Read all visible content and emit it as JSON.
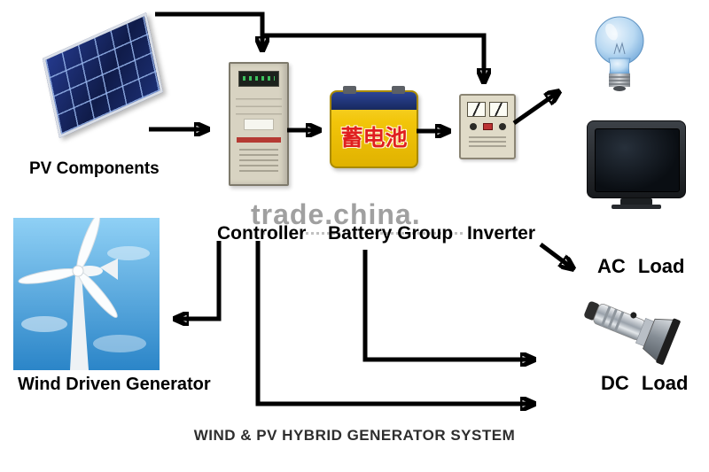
{
  "title": "WIND & PV HYBRID GENERATOR SYSTEM",
  "watermark": "trade.china.",
  "nodes": {
    "pv": {
      "label": "PV Components"
    },
    "wind": {
      "label": "Wind Driven Generator"
    },
    "controller": {
      "label": "Controller"
    },
    "battery": {
      "label": "Battery Group",
      "casing_text": "蓄电池"
    },
    "inverter": {
      "label": "Inverter"
    },
    "ac_load": {
      "label": "AC Load"
    },
    "dc_load": {
      "label": "DC Load"
    }
  },
  "colors": {
    "arrow": "#000000",
    "battery_yellow": "#f2c50a",
    "battery_text_red": "#e01f1f",
    "sky_blue": "#2b85c8",
    "bulb_blue": "#b9d9f2",
    "cabinet_beige": "#d8d3c2",
    "watermark_gray": "#909090"
  }
}
